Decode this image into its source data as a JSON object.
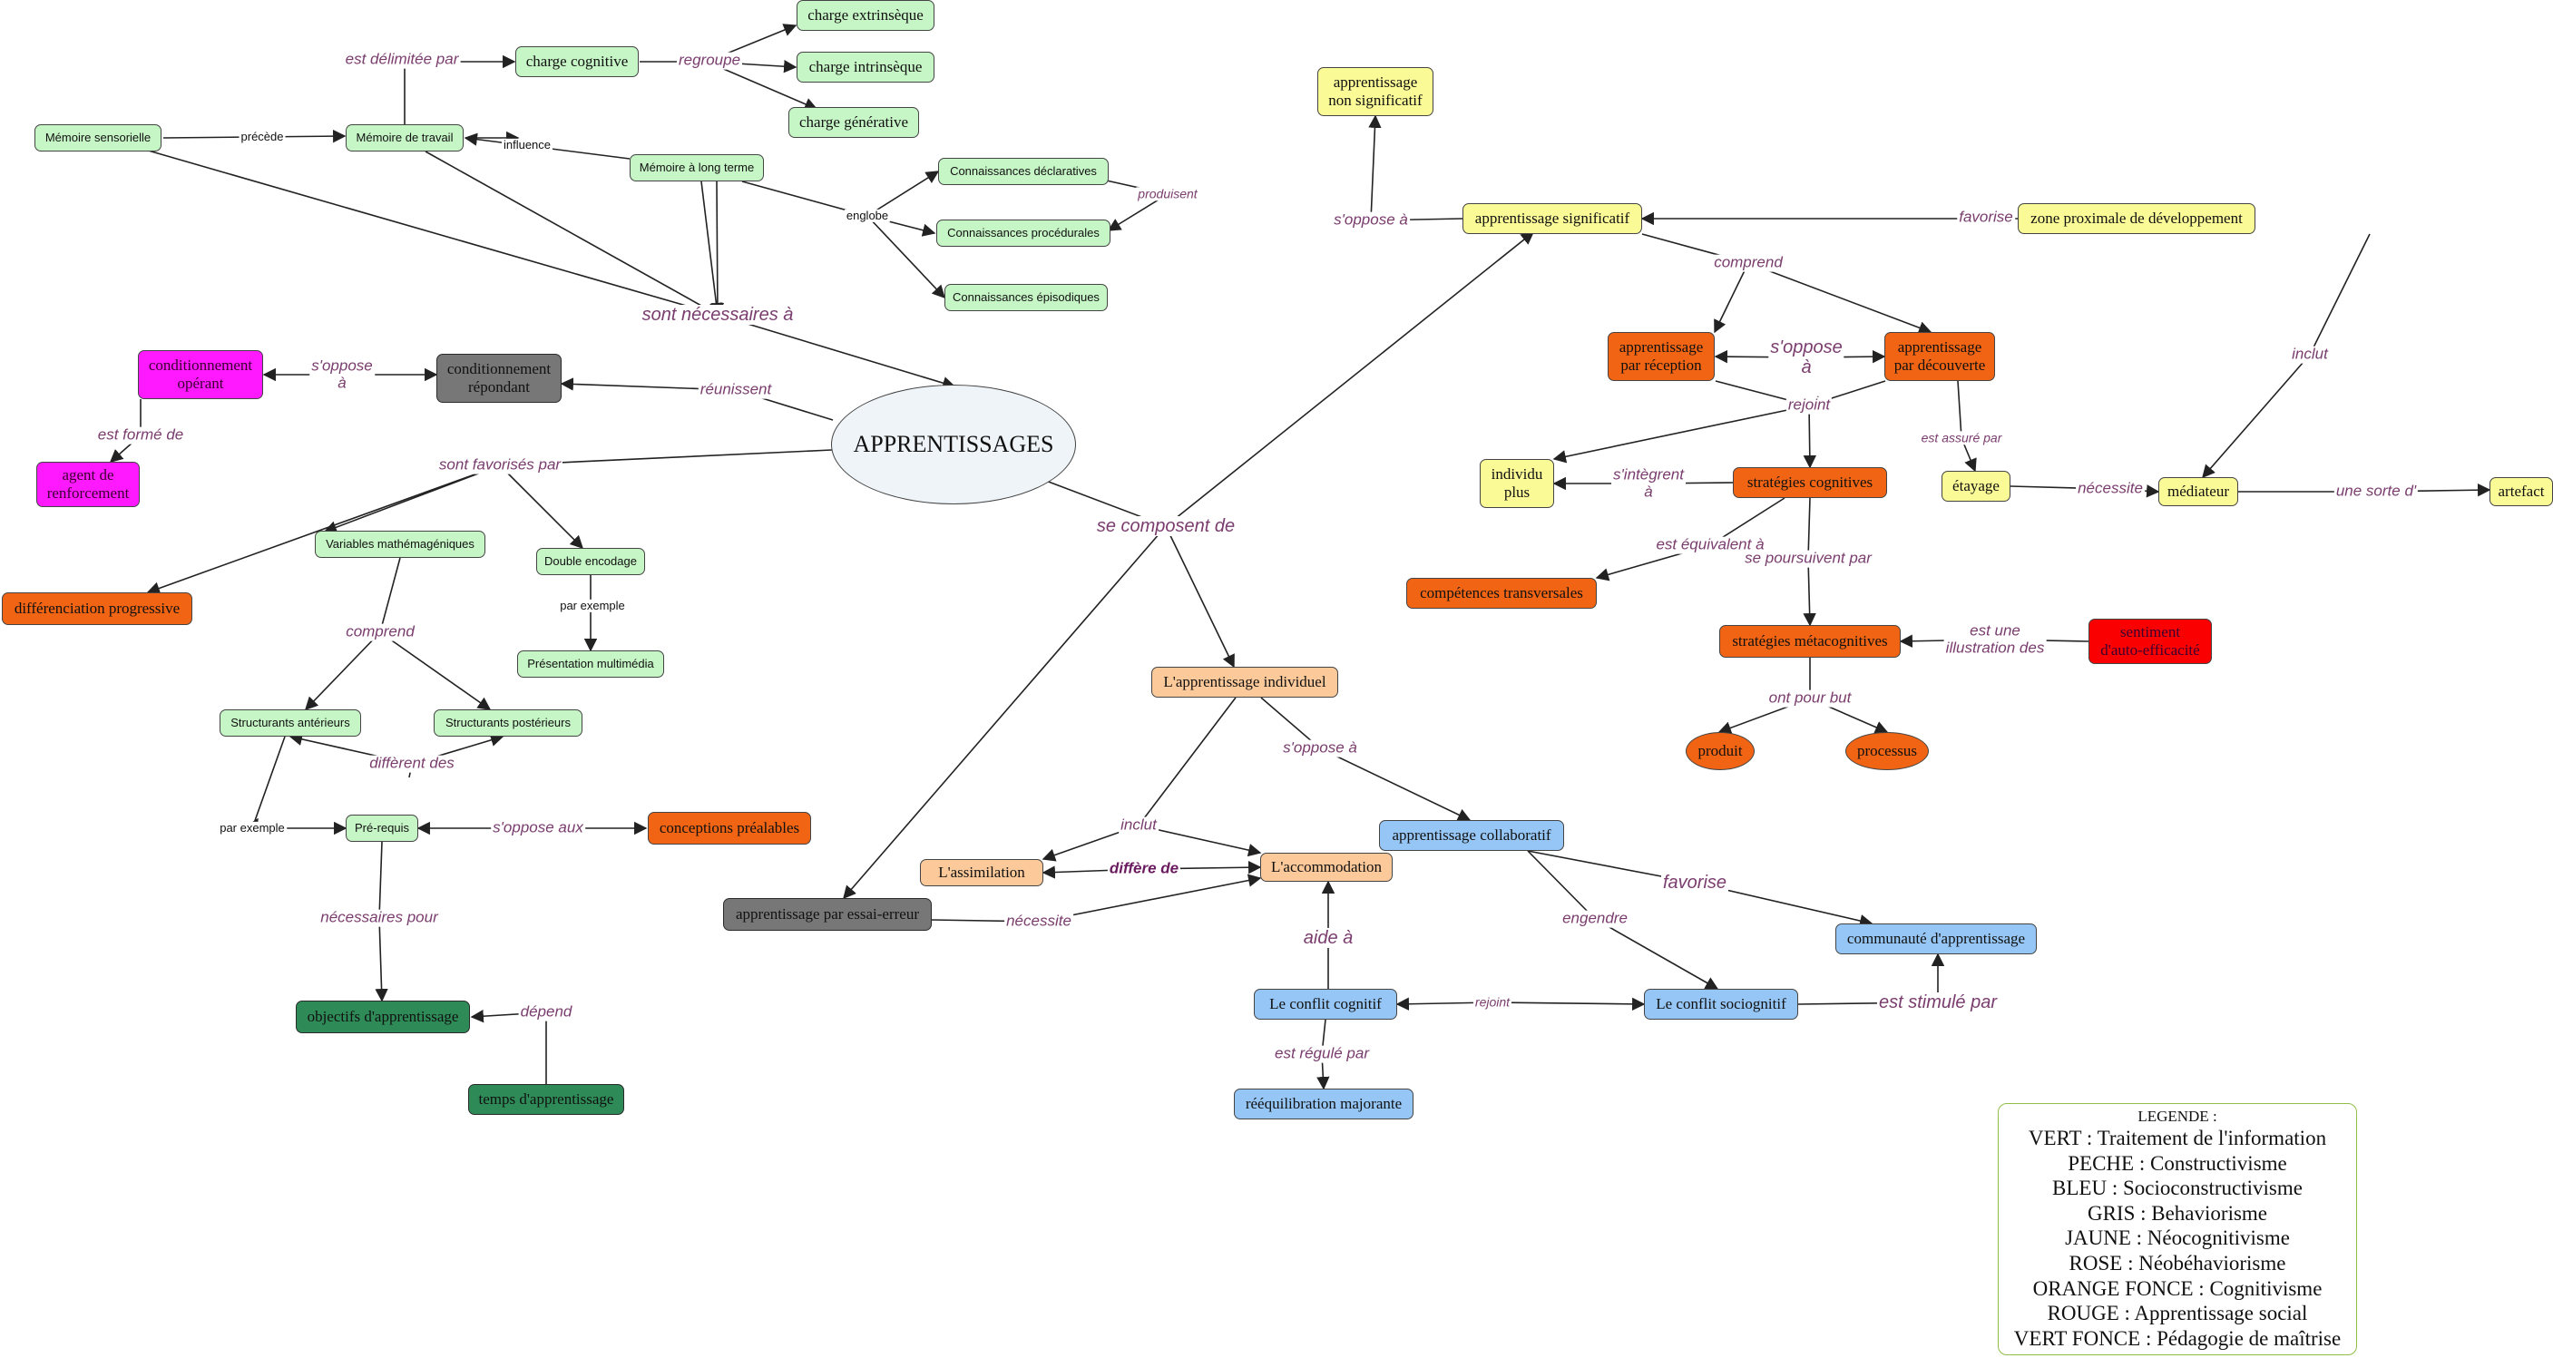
{
  "colors": {
    "vert": "#c6f5c6",
    "peche": "#fcc99a",
    "bleu": "#96c6f5",
    "gris": "#777777",
    "jaune": "#fafa96",
    "rose": "#ff19ff",
    "orange_fonce": "#f06414",
    "rouge": "#fa0000",
    "vert_fonce": "#2e8b57",
    "centre": "#eef4f8",
    "bordure": "#444444",
    "ligne": "#222222",
    "lien": "#7a3d6e"
  },
  "concepts": {
    "apprentissages": "APPRENTISSAGES",
    "memoire_sensorielle": "Mémoire sensorielle",
    "memoire_travail": "Mémoire de travail",
    "memoire_long_terme": "Mémoire à long terme",
    "charge_cognitive": "charge cognitive",
    "charge_extrinseque": "charge extrinsèque",
    "charge_intrinseque": "charge intrinsèque",
    "charge_generative": "charge générative",
    "conn_declaratives": "Connaissances déclaratives",
    "conn_procedurales": "Connaissances procédurales",
    "conn_episodiques": "Connaissances épisodiques",
    "conditionnement_operant": "conditionnement\nopérant",
    "conditionnement_repondant": "conditionnement\nrépondant",
    "agent_renforcement": "agent de\nrenforcement",
    "variables_mathemageniques": "Variables mathémagéniques",
    "double_encodage": "Double encodage",
    "presentation_multimedia": "Présentation multimédia",
    "differenciation_progressive": "différenciation progressive",
    "structurants_anterieurs": "Structurants antérieurs",
    "structurants_posterieurs": "Structurants postérieurs",
    "pre_requis": "Pré-requis",
    "conceptions_prealables": "conceptions préalables",
    "objectifs_apprentissage": "objectifs d'apprentissage",
    "temps_apprentissage": "temps d'apprentissage",
    "apprentissage_essai_erreur": "apprentissage par essai-erreur",
    "apprentissage_individuel": "L'apprentissage individuel",
    "assimilation": "L'assimilation",
    "accommodation": "L'accommodation",
    "apprentissage_collaboratif": "apprentissage collaboratif",
    "communaute_apprentissage": "communauté d'apprentissage",
    "conflit_cognitif": "Le conflit cognitif",
    "conflit_sociognitif": "Le conflit sociognitif",
    "reequilibration_majorante": "rééquilibration majorante",
    "apprentissage_non_significatif": "apprentissage\nnon significatif",
    "apprentissage_significatif": "apprentissage significatif",
    "zone_proximale": "zone proximale de développement",
    "apprentissage_reception": "apprentissage\npar réception",
    "apprentissage_decouverte": "apprentissage\npar découverte",
    "individu_plus": "individu\nplus",
    "strategies_cognitives": "stratégies cognitives",
    "etayage": "étayage",
    "mediateur": "médiateur",
    "artefact": "artefact",
    "competences_transversales": "compétences transversales",
    "strategies_metacognitives": "stratégies métacognitives",
    "sentiment_auto_efficacite": "sentiment\nd'auto-efficacité",
    "produit": "produit",
    "processus": "processus"
  },
  "links": {
    "est_delimitee_par": "est délimitée par",
    "regroupe": "regroupe",
    "precede": "précède",
    "influence": "influence",
    "englobe": "englobe",
    "produisent": "produisent",
    "sont_necessaires_a": "sont nécessaires à",
    "s_oppose_a_cond": "s'oppose\nà",
    "reunissent": "réunissent",
    "est_forme_de": "est formé de",
    "sont_favorises_par": "sont favorisés par",
    "par_exemple_1": "par exemple",
    "comprend_1": "comprend",
    "different_des": "diffèrent des",
    "par_exemple_2": "par exemple",
    "s_oppose_aux": "s'oppose aux",
    "necessaires_pour": "nécessaires pour",
    "depend": "dépend",
    "se_composent_de": "se composent de",
    "inclut_1": "inclut",
    "differe_de": "diffère de",
    "s_oppose_a_collab": "s'oppose à",
    "necessite_1": "nécessite",
    "favorise_1": "favorise",
    "engendre": "engendre",
    "aide_a": "aide à",
    "rejoint_1": "rejoint",
    "est_stimule_par": "est stimulé par",
    "est_regule_par": "est régulé par",
    "s_oppose_a_signif": "s'oppose à",
    "favorise_2": "favorise",
    "comprend_2": "comprend",
    "s_oppose_a_recep": "s'oppose\nà",
    "rejoint_2": "rejoint",
    "inclut_2": "inclut",
    "est_assure_par": "est assuré par",
    "s_integrent_a": "s'intègrent\nà",
    "necessite_2": "nécessite",
    "une_sorte_d": "une sorte d'",
    "est_equivalent_a": "est équivalent à",
    "se_poursuivent_par": "se poursuivent par",
    "est_une_illustration_des": "est une\nillustration des",
    "ont_pour_but": "ont pour but"
  },
  "legend": {
    "title": "LEGENDE :",
    "items": [
      "VERT : Traitement de l'information",
      "PECHE : Constructivisme",
      "BLEU : Socioconstructivisme",
      "GRIS : Behaviorisme",
      "JAUNE : Néocognitivisme",
      "ROSE : Néobéhaviorisme",
      "ORANGE FONCE : Cognitivisme",
      "ROUGE : Apprentissage social",
      "VERT FONCE : Pédagogie de maîtrise"
    ]
  }
}
